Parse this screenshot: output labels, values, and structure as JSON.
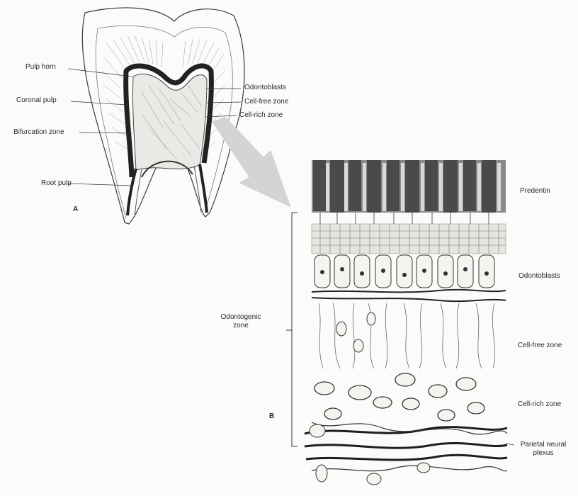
{
  "panel_a": {
    "letter": "A",
    "labels": {
      "pulp_horn": "Pulp horn",
      "coronal_pulp": "Coronal pulp",
      "bifurcation_zone": "Bifurcation zone",
      "root_pulp": "Root pulp",
      "odontoblasts": "Odontoblasts",
      "cell_free_zone": "Cell-free zone",
      "cell_rich_zone": "Cell-rich zone"
    }
  },
  "panel_b": {
    "letter": "B",
    "bracket_label_line1": "Odontogenic",
    "bracket_label_line2": "zone",
    "layers": {
      "predentin": "Predentin",
      "odontoblasts": "Odontoblasts",
      "cell_free_zone": "Cell-free zone",
      "cell_rich_zone": "Cell-rich zone",
      "parietal_line1": "Parietal neural",
      "parietal_line2": "plexus"
    }
  },
  "colors": {
    "ink": "#2a2a2a",
    "arrow": "#d4d4d4",
    "background": "#fbfbfa"
  }
}
